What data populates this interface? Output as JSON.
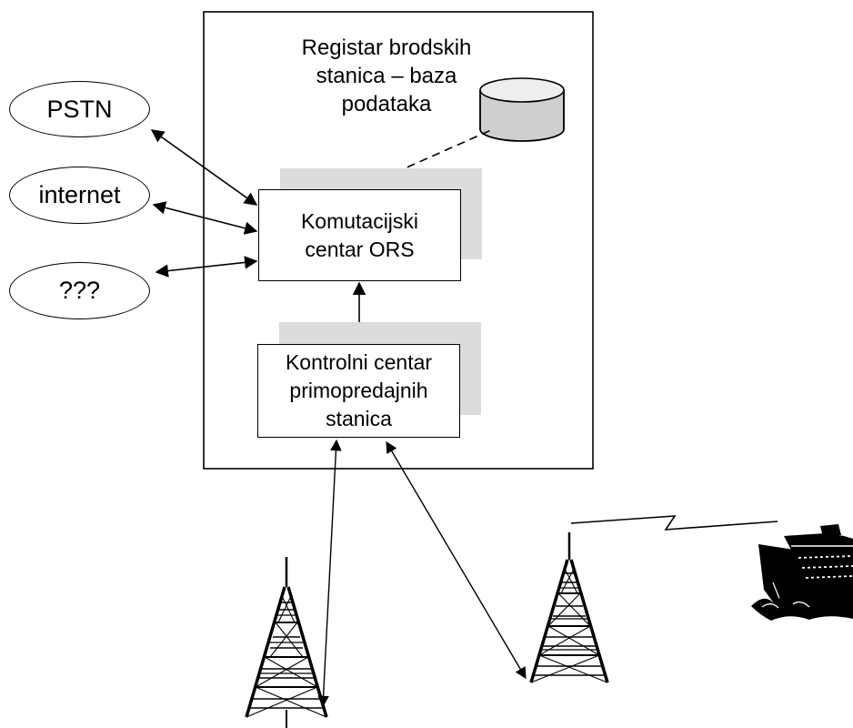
{
  "registry": {
    "lines": [
      "Registar brodskih",
      "stanica – baza",
      "podataka"
    ]
  },
  "networks": [
    {
      "label": "PSTN"
    },
    {
      "label": "internet"
    },
    {
      "label": "???"
    }
  ],
  "switching_center": {
    "lines": [
      "Komutacijski",
      "centar ORS"
    ]
  },
  "control_center": {
    "lines": [
      "Kontrolni centar",
      "primopredajnih",
      "stanica"
    ]
  },
  "colors": {
    "stroke": "#000000",
    "shadow": "#dcdcdc",
    "background": "#ffffff"
  },
  "icons": [
    "database-cylinder-icon",
    "transmission-tower-icon",
    "radio-link-zigzag-icon",
    "ship-icon"
  ]
}
